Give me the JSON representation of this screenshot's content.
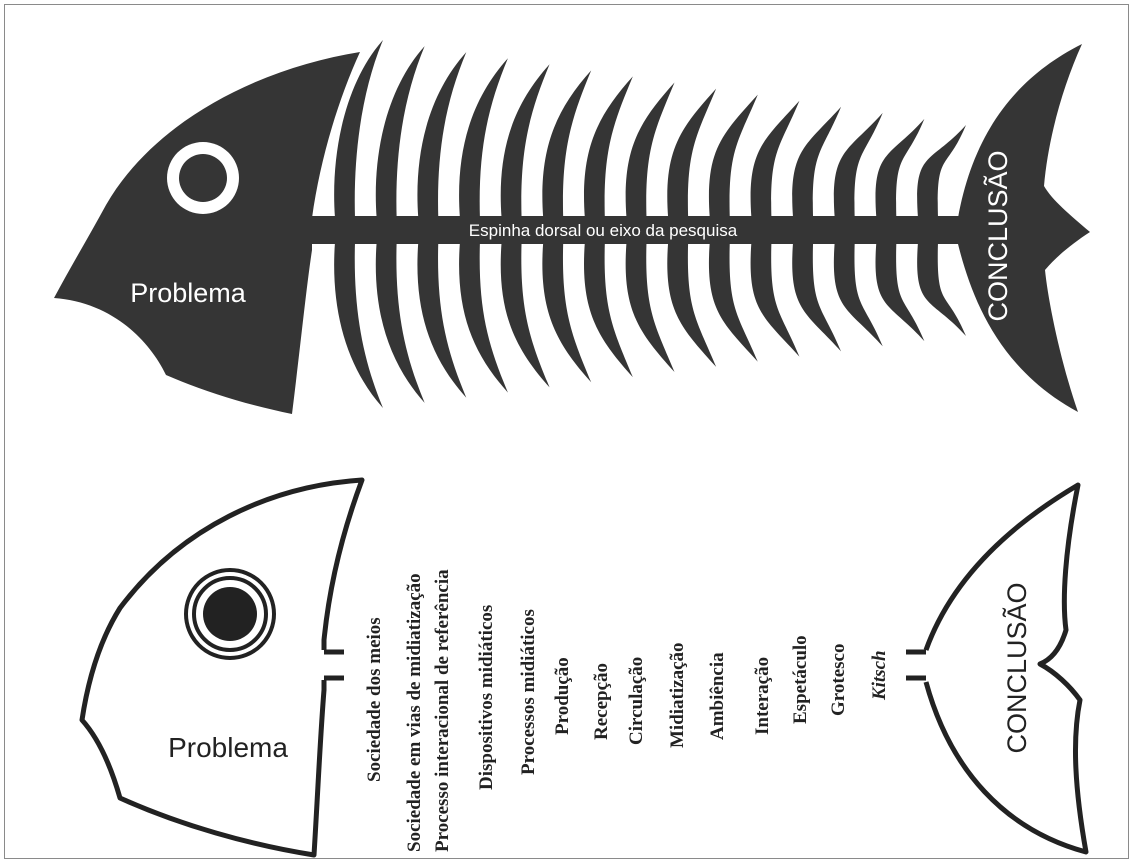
{
  "colors": {
    "fish_fill": "#353535",
    "outline": "#222222",
    "background": "#ffffff"
  },
  "top_fish": {
    "head_label": "Problema",
    "spine_label": "Espinha dorsal ou eixo da pesquisa",
    "tail_label": "CONCLUSÃO"
  },
  "bottom_fish": {
    "head_label": "Problema",
    "tail_label": "CONCLUSÃO",
    "spine_terms": [
      "Sociedade dos meios",
      "Sociedade em vias de midiatização",
      "Processo interacional de referência",
      "Dispositivos midiáticos",
      "Processos midiáticos",
      "Produção",
      "Recepção",
      "Circulação",
      "Midiatização",
      "Ambiência",
      "Interação",
      "Espetáculo",
      "Grotesco",
      "Kitsch"
    ]
  }
}
